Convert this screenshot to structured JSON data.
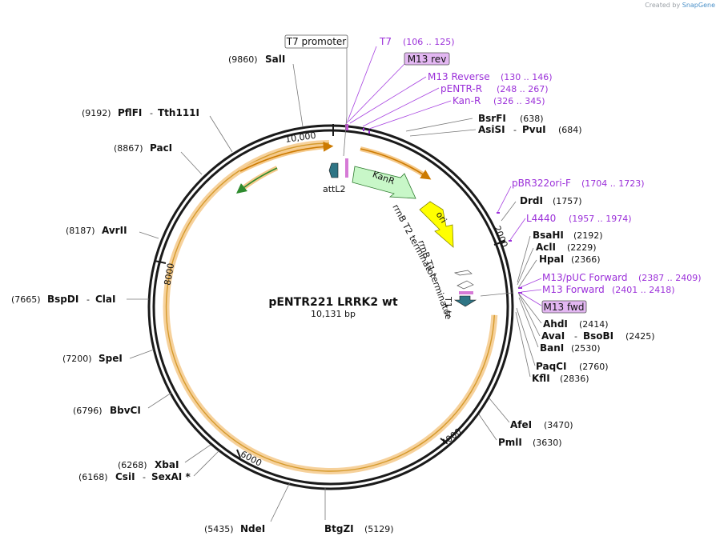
{
  "credit": {
    "prefix": "Created by",
    "brand": "SnapGene"
  },
  "plasmid": {
    "name": "pENTR221 LRRK2 wt",
    "length_label": "10,131 bp",
    "length": 10131
  },
  "ring_ticks": [
    {
      "pos": 2000,
      "label": "2000"
    },
    {
      "pos": 4000,
      "label": "4000"
    },
    {
      "pos": 6000,
      "label": "6000"
    },
    {
      "pos": 8000,
      "label": "8000"
    },
    {
      "pos": 10000,
      "label": "10,000"
    }
  ],
  "enzymes": [
    {
      "pos_label": "(9860)",
      "name": "SalI",
      "pos": 9860
    },
    {
      "pos_label": "(9192)",
      "name": "PflFI",
      "name2": "Tth111I",
      "pos": 9192
    },
    {
      "pos_label": "(8867)",
      "name": "PacI",
      "pos": 8867
    },
    {
      "pos_label": "(8187)",
      "name": "AvrII",
      "pos": 8187
    },
    {
      "pos_label": "(7665)",
      "name": "BspDI",
      "name2": "ClaI",
      "pos": 7665
    },
    {
      "pos_label": "(7200)",
      "name": "SpeI",
      "pos": 7200
    },
    {
      "pos_label": "(6796)",
      "name": "BbvCI",
      "pos": 6796
    },
    {
      "pos_label": "(6268)",
      "name": "XbaI",
      "pos": 6268
    },
    {
      "pos_label": "(6168)",
      "name": "CsiI",
      "name2": "SexAI *",
      "pos": 6168
    },
    {
      "pos_label": "(5435)",
      "name": "NdeI",
      "pos": 5435
    },
    {
      "pos_label": "(5129)",
      "name": "BtgZI",
      "pos": 5129
    },
    {
      "pos_label": "(3630)",
      "name": "PmlI",
      "pos": 3630
    },
    {
      "pos_label": "(3470)",
      "name": "AfeI",
      "pos": 3470
    },
    {
      "pos_label": "(2836)",
      "name": "KflI",
      "pos": 2836
    },
    {
      "pos_label": "(2760)",
      "name": "PaqCI",
      "pos": 2760
    },
    {
      "pos_label": "(2530)",
      "name": "BanI",
      "pos": 2530
    },
    {
      "pos_label": "(2425)",
      "name": "AvaI",
      "name2": "BsoBI",
      "pos": 2425
    },
    {
      "pos_label": "(2414)",
      "name": "AhdI",
      "pos": 2414
    },
    {
      "pos_label": "(2366)",
      "name": "HpaI",
      "pos": 2366
    },
    {
      "pos_label": "(2229)",
      "name": "AclI",
      "pos": 2229
    },
    {
      "pos_label": "(2192)",
      "name": "BsaHI",
      "pos": 2192
    },
    {
      "pos_label": "(1757)",
      "name": "DrdI",
      "pos": 1757
    },
    {
      "pos_label": "(684)",
      "name": "AsiSI",
      "name2": "PvuI",
      "pos": 684
    },
    {
      "pos_label": "(638)",
      "name": "BsrFI",
      "pos": 638
    }
  ],
  "primers": [
    {
      "name": "T7",
      "range": "(106 .. 125)",
      "pos": 115
    },
    {
      "name": "M13 Reverse",
      "range": "(130 .. 146)",
      "pos": 138
    },
    {
      "name": "pENTR-R",
      "range": "(248 .. 267)",
      "pos": 257
    },
    {
      "name": "Kan-R",
      "range": "(326 .. 345)",
      "pos": 335
    },
    {
      "name": "pBR322ori-F",
      "range": "(1704 .. 1723)",
      "pos": 1713
    },
    {
      "name": "L4440",
      "range": "(1957 .. 1974)",
      "pos": 1965
    },
    {
      "name": "M13/pUC Forward",
      "range": "(2387 .. 2409)",
      "pos": 2398
    },
    {
      "name": "M13 Forward",
      "range": "(2401 .. 2418)",
      "pos": 2409
    }
  ],
  "boxed_features": [
    {
      "name": "T7 promoter",
      "style": "white"
    },
    {
      "name": "M13 rev",
      "style": "violet"
    },
    {
      "name": "M13 fwd",
      "style": "violet"
    }
  ],
  "features": [
    {
      "name": "attL2"
    },
    {
      "name": "KanR"
    },
    {
      "name": "ori"
    },
    {
      "name": "rrnB T2 terminator"
    },
    {
      "name": "rrnB T1 terminator"
    },
    {
      "name": "T1 te"
    }
  ],
  "colors": {
    "ring": "#1a1a1a",
    "insert_halo": "#f5c98a",
    "primer": "#9b30d9",
    "kanr_fill": "#c8f7c8",
    "ori_fill": "#ffff00",
    "attl_fill": "#2f7585",
    "arrow_orange": "#cc7a00",
    "arrow_green": "#2e8b2e"
  }
}
